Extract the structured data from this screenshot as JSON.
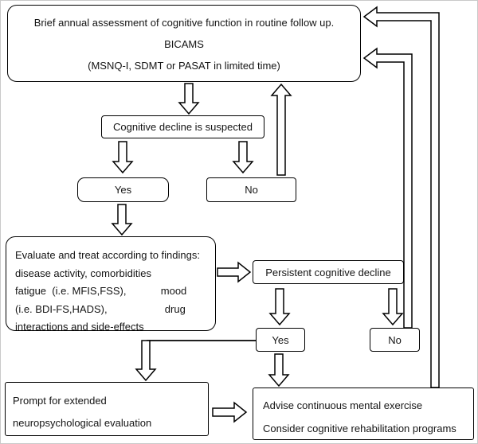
{
  "flowchart": {
    "assessment": {
      "line1": "Brief annual assessment of cognitive function in routine follow up.",
      "line2": "BICAMS",
      "line3": "(MSNQ-I, SDMT or PASAT in limited time)"
    },
    "suspected": {
      "label": "Cognitive decline is suspected"
    },
    "branch1": {
      "yes": "Yes",
      "no": "No"
    },
    "evaluate": {
      "lines": [
        "Evaluate and treat according to findings:",
        "disease activity, comorbidities",
        "fatigue  (i.e. MFIS,FSS),            mood",
        "(i.e. BDI-FS,HADS),                    drug",
        "interactions and side-effects"
      ]
    },
    "persistent": {
      "label": "Persistent cognitive decline"
    },
    "branch2": {
      "yes": "Yes",
      "no": "No"
    },
    "prompt": {
      "line1": "Prompt for extended",
      "line2": "neuropsychological evaluation"
    },
    "advise": {
      "line1": "Advise continuous mental exercise",
      "line2": "Consider cognitive rehabilitation programs"
    },
    "colors": {
      "stroke": "#000000",
      "fill": "#ffffff"
    }
  }
}
